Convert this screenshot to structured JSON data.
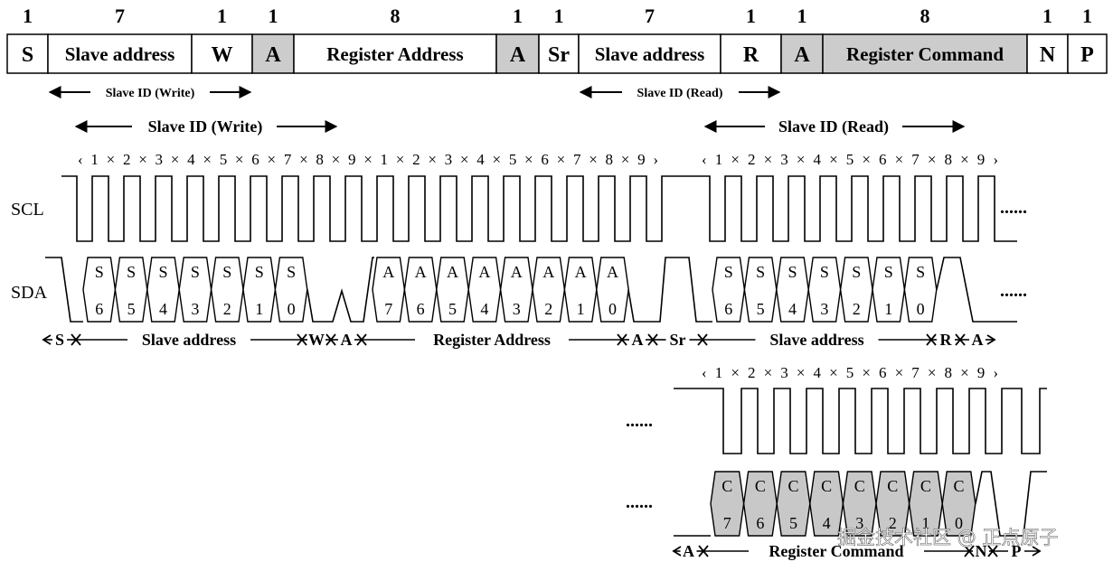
{
  "frame": {
    "fields": [
      {
        "count": "1",
        "label": "S",
        "shaded": false
      },
      {
        "count": "7",
        "label": "Slave address",
        "shaded": false
      },
      {
        "count": "1",
        "label": "W",
        "shaded": false
      },
      {
        "count": "1",
        "label": "A",
        "shaded": true
      },
      {
        "count": "8",
        "label": "Register Address",
        "shaded": false
      },
      {
        "count": "1",
        "label": "A",
        "shaded": true
      },
      {
        "count": "1",
        "label": "Sr",
        "shaded": false
      },
      {
        "count": "7",
        "label": "Slave address",
        "shaded": false
      },
      {
        "count": "1",
        "label": "R",
        "shaded": false
      },
      {
        "count": "1",
        "label": "A",
        "shaded": true
      },
      {
        "count": "8",
        "label": "Register Command",
        "shaded": true
      },
      {
        "count": "1",
        "label": "N",
        "shaded": false
      },
      {
        "count": "1",
        "label": "P",
        "shaded": false
      }
    ]
  },
  "annotations": {
    "slave_id_write_small": "Slave ID (Write)",
    "slave_id_read_small": "Slave ID (Read)",
    "slave_id_write": "Slave ID (Write)",
    "slave_id_read": "Slave ID (Read)"
  },
  "bit_index_rows": {
    "row1a": "‹ 1 × 2 × 3 × 4 × 5 × 6 × 7 × 8 × 9 × 1 × 2 × 3 × 4 × 5 × 6 × 7 × 8 × 9 ›",
    "row1b": "‹ 1 × 2 × 3 × 4 × 5 × 6 × 7 × 8 × 9 ›",
    "row2": "‹ 1 × 2 × 3 × 4 × 5 × 6 × 7 × 8 × 9 ›"
  },
  "signals": {
    "scl": "SCL",
    "sda": "SDA",
    "continuation": "......"
  },
  "sda_bits": {
    "slave_write": [
      {
        "top": "S",
        "bottom": "6"
      },
      {
        "top": "S",
        "bottom": "5"
      },
      {
        "top": "S",
        "bottom": "4"
      },
      {
        "top": "S",
        "bottom": "3"
      },
      {
        "top": "S",
        "bottom": "2"
      },
      {
        "top": "S",
        "bottom": "1"
      },
      {
        "top": "S",
        "bottom": "0"
      }
    ],
    "register_address": [
      {
        "top": "A",
        "bottom": "7"
      },
      {
        "top": "A",
        "bottom": "6"
      },
      {
        "top": "A",
        "bottom": "5"
      },
      {
        "top": "A",
        "bottom": "4"
      },
      {
        "top": "A",
        "bottom": "3"
      },
      {
        "top": "A",
        "bottom": "2"
      },
      {
        "top": "A",
        "bottom": "1"
      },
      {
        "top": "A",
        "bottom": "0"
      }
    ],
    "slave_read": [
      {
        "top": "S",
        "bottom": "6"
      },
      {
        "top": "S",
        "bottom": "5"
      },
      {
        "top": "S",
        "bottom": "4"
      },
      {
        "top": "S",
        "bottom": "3"
      },
      {
        "top": "S",
        "bottom": "2"
      },
      {
        "top": "S",
        "bottom": "1"
      },
      {
        "top": "S",
        "bottom": "0"
      }
    ],
    "register_command": [
      {
        "top": "C",
        "bottom": "7"
      },
      {
        "top": "C",
        "bottom": "6"
      },
      {
        "top": "C",
        "bottom": "5"
      },
      {
        "top": "C",
        "bottom": "4"
      },
      {
        "top": "C",
        "bottom": "3"
      },
      {
        "top": "C",
        "bottom": "2"
      },
      {
        "top": "C",
        "bottom": "1"
      },
      {
        "top": "C",
        "bottom": "0"
      }
    ]
  },
  "segment_labels": {
    "row1": [
      {
        "text": "S"
      },
      {
        "text": "Slave address"
      },
      {
        "text": "W"
      },
      {
        "text": "A"
      },
      {
        "text": "Register Address"
      },
      {
        "text": "A"
      },
      {
        "text": "Sr"
      },
      {
        "text": "Slave address"
      },
      {
        "text": "R"
      },
      {
        "text": "A"
      }
    ],
    "row2": [
      {
        "text": "A"
      },
      {
        "text": "Register Command"
      },
      {
        "text": "N"
      },
      {
        "text": "P"
      }
    ]
  },
  "watermark": "掘金技术社区 @ 正点原子",
  "colors": {
    "shade": "#cccccc",
    "bit_shade": "#c8c8c8",
    "line": "#000000"
  }
}
